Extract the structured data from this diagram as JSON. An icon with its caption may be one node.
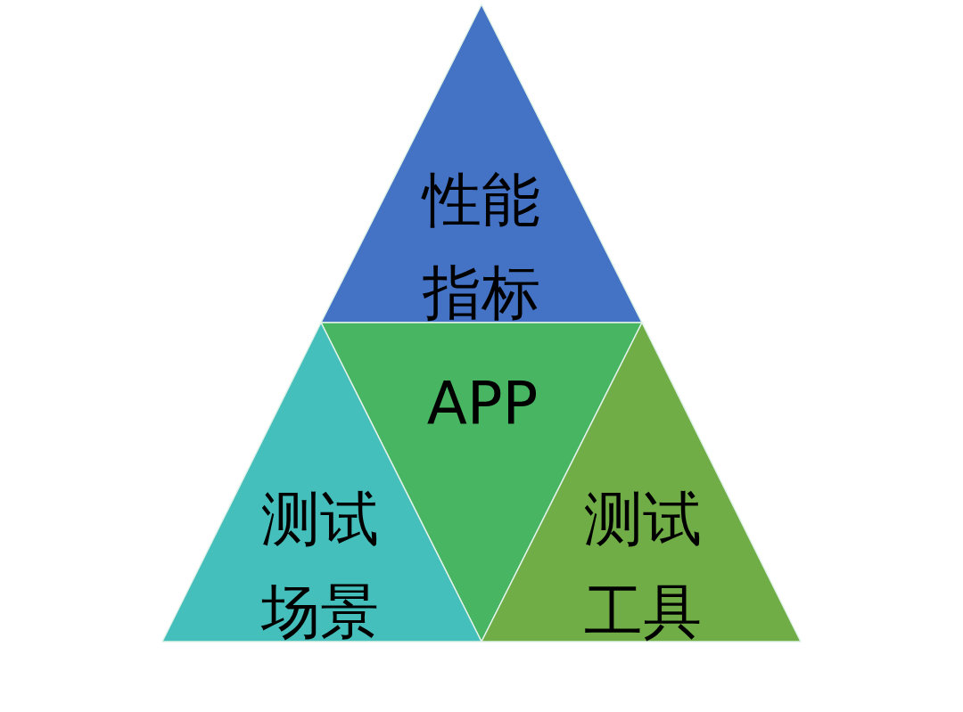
{
  "diagram": {
    "nodes": [
      {
        "text": [
          "性能指标"
        ]
      },
      {
        "text": [
          "APP"
        ]
      },
      {
        "text": [
          "测试场景"
        ]
      },
      {
        "text": [
          "测试工具"
        ]
      }
    ]
  }
}
